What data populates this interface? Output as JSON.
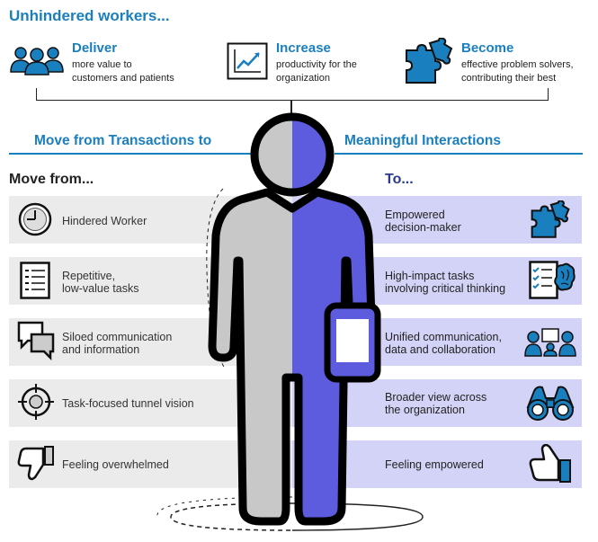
{
  "header": {
    "title": "Unhindered workers..."
  },
  "benefits": [
    {
      "icon": "people-icon",
      "title": "Deliver",
      "desc_line1": "more value to",
      "desc_line2": "customers and patients"
    },
    {
      "icon": "chart-icon",
      "title": "Increase",
      "desc_line1": "productivity for the",
      "desc_line2": "organization"
    },
    {
      "icon": "puzzle-icon",
      "title": "Become",
      "desc_line1": "effective problem solvers,",
      "desc_line2": "contributing their best"
    }
  ],
  "section": {
    "left": "Move from Transactions to",
    "right": "Meaningful Interactions"
  },
  "columns": {
    "from": "Move from...",
    "to": "To..."
  },
  "rows": [
    {
      "from_icon": "clock-icon",
      "from_line1": "Hindered Worker",
      "from_line2": "",
      "to_icon": "puzzle-icon",
      "to_line1": "Empowered",
      "to_line2": "decision-maker"
    },
    {
      "from_icon": "checklist-icon",
      "from_line1": "Repetitive,",
      "from_line2": "low-value tasks",
      "to_icon": "checklist-brain-icon",
      "to_line1": "High-impact tasks",
      "to_line2": "involving critical thinking"
    },
    {
      "from_icon": "chat-bubbles-icon",
      "from_line1": "Siloed communication",
      "from_line2": "and information",
      "to_icon": "team-communication-icon",
      "to_line1": "Unified communication,",
      "to_line2": "data and collaboration"
    },
    {
      "from_icon": "crosshair-icon",
      "from_line1": "Task-focused tunnel vision",
      "from_line2": "",
      "to_icon": "binoculars-icon",
      "to_line1": "Broader view across",
      "to_line2": "the organization"
    },
    {
      "from_icon": "thumbs-down-icon",
      "from_line1": "Feeling overwhelmed",
      "from_line2": "",
      "to_icon": "thumbs-up-icon",
      "to_line1": "Feeling empowered",
      "to_line2": ""
    }
  ],
  "colors": {
    "blue": "#1a7fbf",
    "dark_navy": "#2a3a8f",
    "purple": "#5d5cdf",
    "lavender": "#d3d3f7",
    "light_gray": "#ebebeb",
    "figure_gray": "#c8c8c8"
  }
}
